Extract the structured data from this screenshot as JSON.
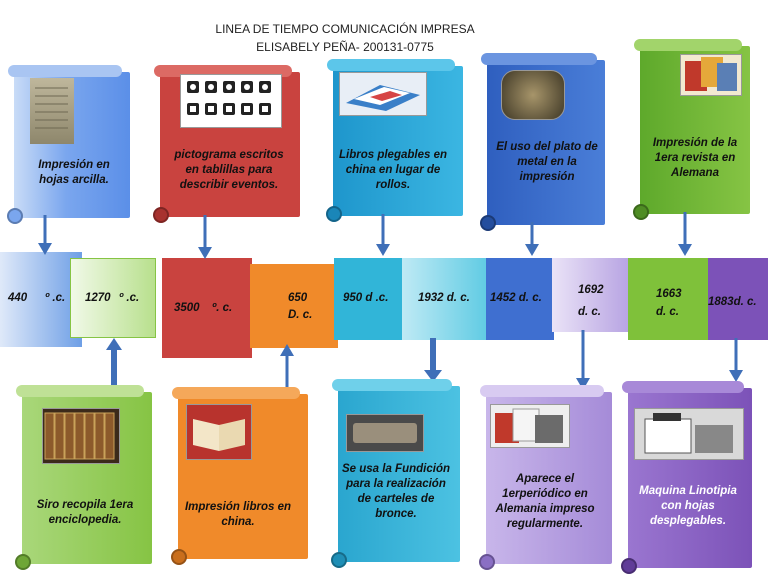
{
  "title": {
    "line1": "LINEA DE TIEMPO COMUNICACIÓN IMPRESA",
    "line2": "ELISABELY PEÑA- 200131-0775"
  },
  "top_cards": [
    {
      "text": "Impresión en hojas arcilla.",
      "color": "#5b8fe8"
    },
    {
      "text": "pictograma escritos en tablillas para describir eventos.",
      "color": "#c9433f"
    },
    {
      "text": "Libros plegables en china en lugar de rollos.",
      "color": "#28a8d8"
    },
    {
      "text": "El uso del plato de metal en la impresión",
      "color": "#3f6fd0"
    },
    {
      "text": "Impresión de la 1era revista en Alemana",
      "color": "#7fc13a"
    }
  ],
  "bottom_cards": [
    {
      "text": "Siro recopila 1era enciclopedia.",
      "color": "#86c444"
    },
    {
      "text": "Impresión libros en china.",
      "color": "#f08a2a"
    },
    {
      "text": "Se usa la Fundición para la realización de carteles de bronce.",
      "color": "#31b5d8"
    },
    {
      "text": "Aparece el 1erperiódico en Alemania impreso regularmente.",
      "color": "#a58bd8"
    },
    {
      "text": "Maquina Linotipia con hojas desplegables.",
      "color": "#7c52b8"
    }
  ],
  "timeline": [
    {
      "num": "440",
      "suffix": "º .c.",
      "color": "#6e9fe6"
    },
    {
      "num": "1270",
      "suffix": "º .c.",
      "color": "#86c444"
    },
    {
      "num": "3500",
      "suffix": "º. c.",
      "color": "#c9433f"
    },
    {
      "num": "650",
      "suffix": "D. c.",
      "color": "#f08a2a"
    },
    {
      "num": "950 d .c.",
      "suffix": "",
      "color": "#31b5d8"
    },
    {
      "num": "1932 d. c.",
      "suffix": "",
      "color": "#5fcbe3"
    },
    {
      "num": "1452  d.  c.",
      "suffix": "",
      "color": "#3f6fd0"
    },
    {
      "num": "1692",
      "suffix": "d. c.",
      "color": "#b7a3e2"
    },
    {
      "num": "1663",
      "suffix": "d. c.",
      "color": "#7fc13a"
    },
    {
      "num": "1883d. c.",
      "suffix": "",
      "color": "#7c52b8"
    }
  ]
}
